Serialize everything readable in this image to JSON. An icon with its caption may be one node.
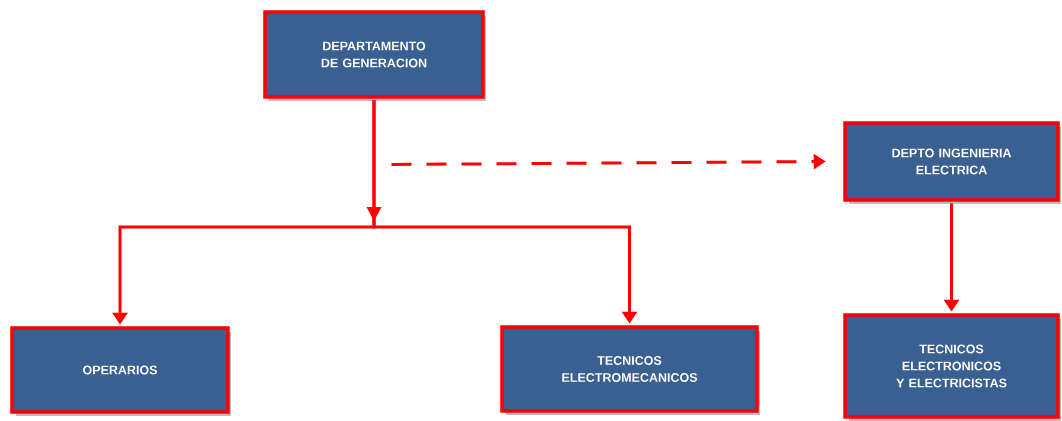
{
  "diagram": {
    "nodes": [
      {
        "text": [
          "DEPARTAMENTO DE GENERACION"
        ]
      },
      {
        "text": [
          "DEPTO INGENIERIA ELECTRICA"
        ]
      },
      {
        "text": [
          "OPERARIOS"
        ]
      },
      {
        "text": [
          "TECNICOS ELECTROMECANICOS"
        ]
      },
      {
        "text": [
          "TECNICOS ELECTRONICOS Y ELECTRICISTAS"
        ]
      }
    ],
    "edges": [
      {
        "from": 0,
        "to": 2,
        "arrow": "to"
      },
      {
        "from": 0,
        "to": 3,
        "arrow": "to"
      },
      {
        "from": null,
        "to": 1,
        "arrow": "to",
        "style": "dashed"
      },
      {
        "from": 1,
        "to": 4,
        "arrow": "to"
      }
    ]
  }
}
